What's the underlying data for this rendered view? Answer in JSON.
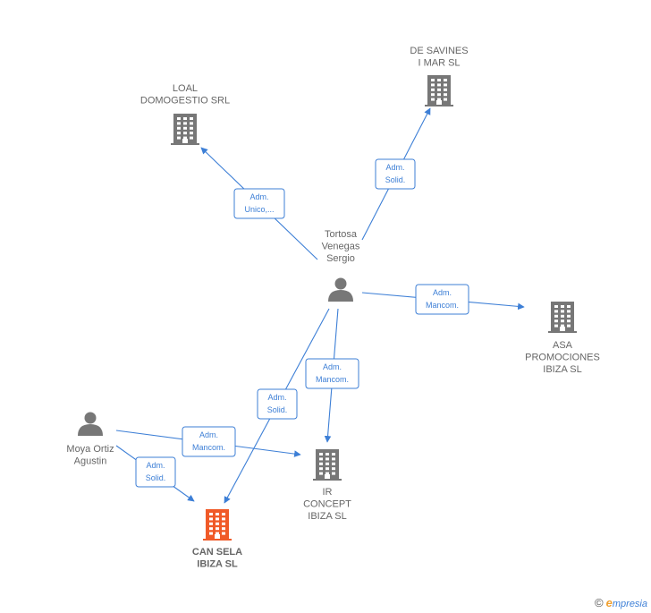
{
  "colors": {
    "company": "#777777",
    "company_focus": "#f05a28",
    "person": "#777777",
    "edge": "#3d7fd6"
  },
  "nodes": [
    {
      "id": "loal",
      "type": "company",
      "lines": [
        "LOAL",
        "DOMOGESTIO SRL"
      ],
      "icon": "building-icon"
    },
    {
      "id": "savines",
      "type": "company",
      "lines": [
        "DE SAVINES",
        "I MAR  SL"
      ],
      "icon": "building-icon"
    },
    {
      "id": "tortosa",
      "type": "person",
      "lines": [
        "Tortosa",
        "Venegas",
        "Sergio"
      ],
      "icon": "person-icon"
    },
    {
      "id": "asa",
      "type": "company",
      "lines": [
        "ASA",
        "PROMOCIONES",
        "IBIZA  SL"
      ],
      "icon": "building-icon"
    },
    {
      "id": "moya",
      "type": "person",
      "lines": [
        "Moya Ortiz",
        "Agustin"
      ],
      "icon": "person-icon"
    },
    {
      "id": "ir",
      "type": "company",
      "lines": [
        "IR",
        "CONCEPT",
        "IBIZA  SL"
      ],
      "icon": "building-icon"
    },
    {
      "id": "cansela",
      "type": "company",
      "focus": true,
      "lines": [
        "CAN SELA",
        "IBIZA  SL"
      ],
      "icon": "building-icon"
    }
  ],
  "edges": [
    {
      "id": "e1",
      "from": "tortosa",
      "to": "loal",
      "lines": [
        "Adm.",
        "Unico,..."
      ]
    },
    {
      "id": "e2",
      "from": "tortosa",
      "to": "savines",
      "lines": [
        "Adm.",
        "Solid."
      ]
    },
    {
      "id": "e3",
      "from": "tortosa",
      "to": "asa",
      "lines": [
        "Adm.",
        "Mancom."
      ]
    },
    {
      "id": "e4",
      "from": "tortosa",
      "to": "ir",
      "lines": [
        "Adm.",
        "Mancom."
      ]
    },
    {
      "id": "e5",
      "from": "tortosa",
      "to": "cansela",
      "lines": [
        "Adm.",
        "Solid."
      ]
    },
    {
      "id": "e6",
      "from": "moya",
      "to": "ir",
      "lines": [
        "Adm.",
        "Mancom."
      ]
    },
    {
      "id": "e7",
      "from": "moya",
      "to": "cansela",
      "lines": [
        "Adm.",
        "Solid."
      ]
    }
  ],
  "footer": {
    "copyright": "©",
    "brand_initial": "e",
    "brand_rest": "mpresia"
  }
}
